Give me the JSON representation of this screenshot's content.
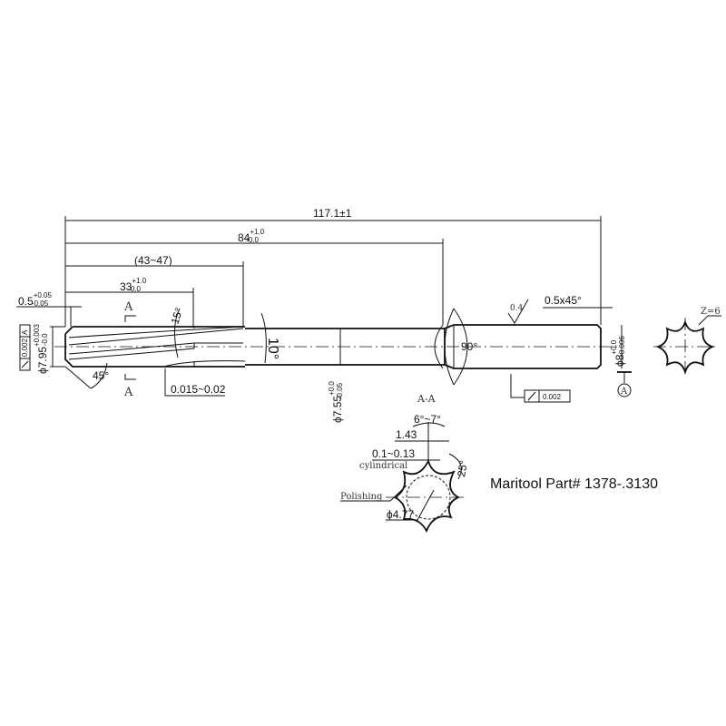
{
  "part_label": "Maritool Part# 1378-.3130",
  "dimensions": {
    "overall_length": "117.1±1",
    "shank_start": {
      "nominal": "84",
      "upper": "+1.0",
      "lower": "-0.0"
    },
    "flute_length": "(43~47)",
    "cutting_length": {
      "nominal": "33",
      "upper": "+1.0",
      "lower": "-0.0"
    },
    "chamfer_length": {
      "nominal": "0.5",
      "upper": "+0.05",
      "lower": "-0.05"
    },
    "cutting_diameter": {
      "nominal": "ϕ7.95",
      "upper": "+0.003",
      "lower": "-0.0"
    },
    "neck_diameter": {
      "nominal": "ϕ7.55",
      "upper": "+0.0",
      "lower": "-0.05"
    },
    "shank_diameter": {
      "nominal": "ϕ8",
      "upper": "+0.0",
      "lower": "-0.006"
    },
    "shank_chamfer": "0.5x45°",
    "runout_tolerance": "0.002",
    "runout_datum": "A",
    "cylindricity": "0.002",
    "surface_roughness": "0.4",
    "margin_width": "0.015~0.02",
    "datum": "A"
  },
  "angles": {
    "helix": "15°",
    "back_taper": "10°",
    "chamfer": "45°",
    "shank_collar": "90°"
  },
  "section_marks": {
    "left": "A",
    "right": "A"
  },
  "end_view": {
    "flutes": "Z=6"
  },
  "section_view": {
    "title": "A-A",
    "rake_angle": "6°~7°",
    "land": "1.43",
    "margin": "0.1~0.13",
    "margin_note": "cylindrical",
    "clearance_angle": "25°",
    "polishing": "Polishing",
    "core_diameter": "ϕ4.77"
  }
}
